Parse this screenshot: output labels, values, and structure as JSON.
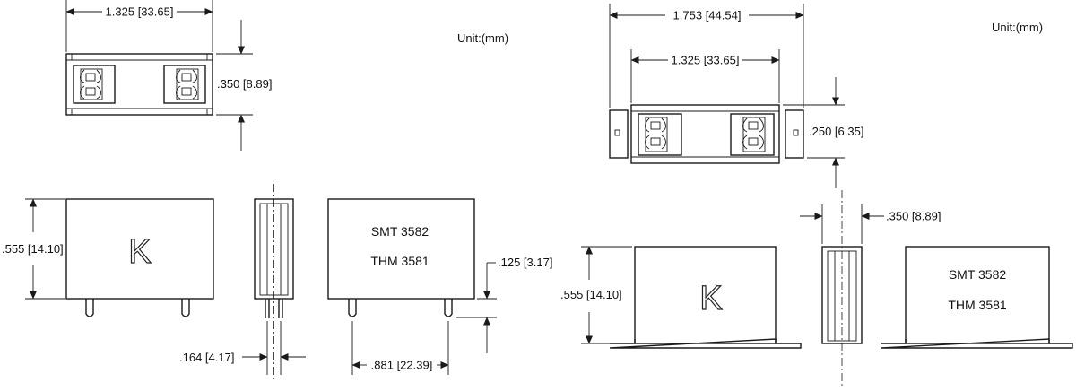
{
  "unit_label": "Unit:(mm)",
  "logo_letter": "K",
  "part_label_1": "SMT 3582",
  "part_label_2": "THM 3581",
  "left": {
    "dim_length": "1.325 [33.65]",
    "dim_width": ".350 [8.89]",
    "dim_height": ".555 [14.10]",
    "dim_pin_length": ".125 [3.17]",
    "dim_pin_gap": ".164 [4.17]",
    "dim_pin_spacing": ".881 [22.39]"
  },
  "right": {
    "dim_total_length": "1.753 [44.54]",
    "dim_length": "1.325 [33.65]",
    "dim_width": ".250 [6.35]",
    "dim_side_width": ".350 [8.89]",
    "dim_height": ".555 [14.10]"
  }
}
